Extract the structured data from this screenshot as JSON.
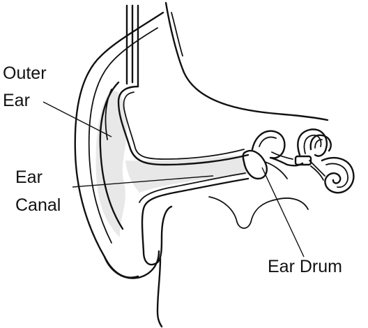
{
  "labels": {
    "outer_ear_line1": "Outer",
    "outer_ear_line2": "Ear",
    "ear_canal_line1": "Ear",
    "ear_canal_line2": "Canal",
    "ear_drum": "Ear Drum"
  },
  "colors": {
    "ink": "#111111",
    "shade": "#e8e8e8",
    "background": "#ffffff"
  }
}
